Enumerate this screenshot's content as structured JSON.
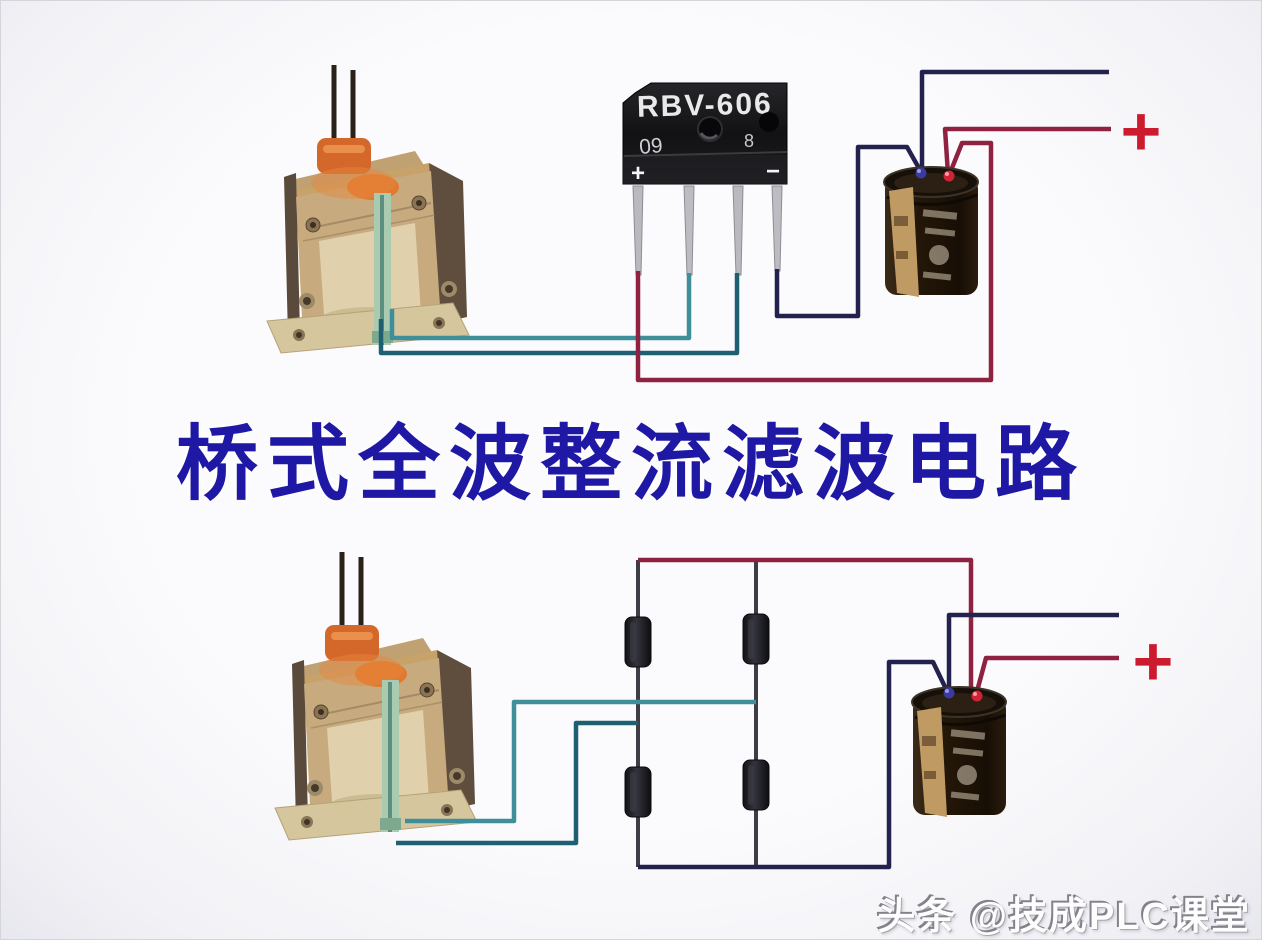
{
  "title": {
    "text": "桥式全波整流滤波电路"
  },
  "watermark": {
    "text": "头条 @技成PLC课堂"
  },
  "top_circuit": {
    "bridge": {
      "model": "RBV-606",
      "mark_left": "09",
      "mark_right": "8",
      "plus": "+",
      "minus": "−"
    },
    "output_plus": "+"
  },
  "bottom_circuit": {
    "output_plus": "+"
  },
  "colors": {
    "background": "#f7f7fb",
    "title_blue": "#1e18a4",
    "wire_negative": "#23224e",
    "wire_positive": "#8e2240",
    "wire_secondary_a": "#3f8f9b",
    "wire_secondary_b": "#1e5f72",
    "plus_marker": "#cc1a2e",
    "bridge_body": "#141416",
    "transformer_tan": "#c7ab7e",
    "capacitor_label": "#bf9a63"
  }
}
